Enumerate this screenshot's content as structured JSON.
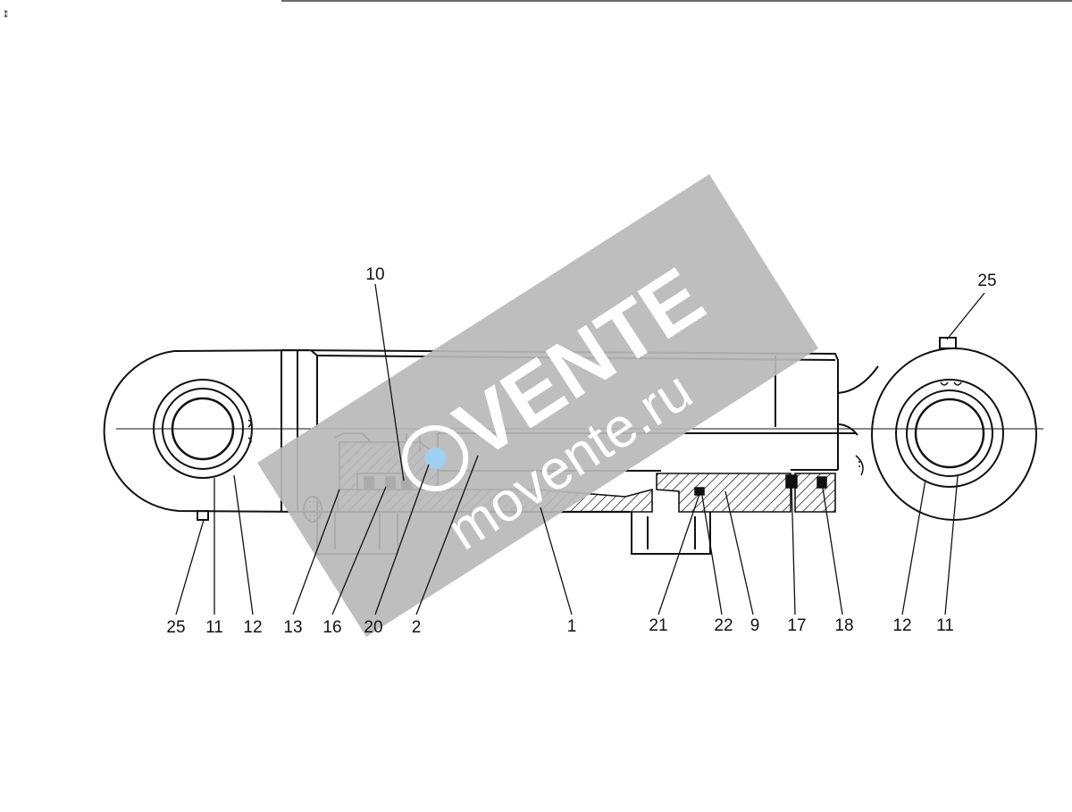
{
  "diagram": {
    "callouts": {
      "top_left": "10",
      "top_right": "25",
      "bottom": [
        "25",
        "11",
        "12",
        "13",
        "16",
        "20",
        "2",
        "1",
        "21",
        "22",
        "9",
        "17",
        "18",
        "12",
        "11"
      ]
    }
  },
  "watermark": {
    "brand": "VENTE",
    "site": "movente.ru",
    "color": "#b9b9b9"
  },
  "colors": {
    "ink": "#111111",
    "paper": "#ffffff"
  }
}
